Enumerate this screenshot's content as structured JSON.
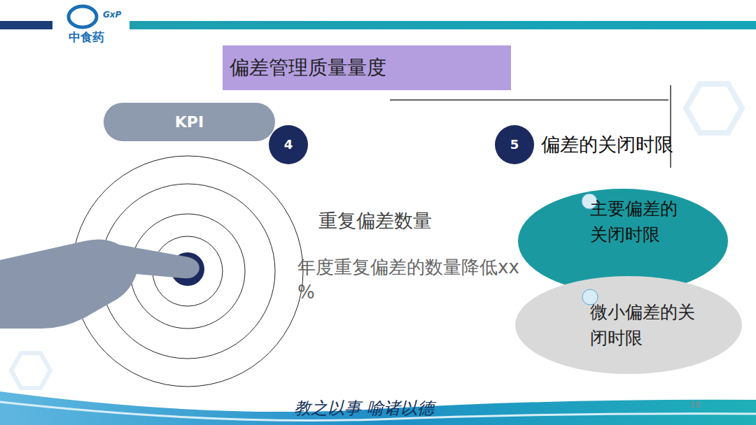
{
  "diagram": {
    "title": "偏差管理质量量度",
    "nodes": [
      {
        "text": [
          "KPI"
        ]
      },
      {
        "text": [
          "4"
        ]
      },
      {
        "text": [
          "5",
          "偏差的关闭时限"
        ]
      },
      {
        "text": [
          "主要偏差的关闭时限"
        ]
      },
      {
        "text": [
          "微小偏差的关闭时限"
        ]
      }
    ],
    "labels": [
      "GxP",
      "中食药",
      "重复偏差数量",
      "年度重复偏差的数量降低xx %",
      "教之以事 喻诸以德",
      "18"
    ]
  }
}
